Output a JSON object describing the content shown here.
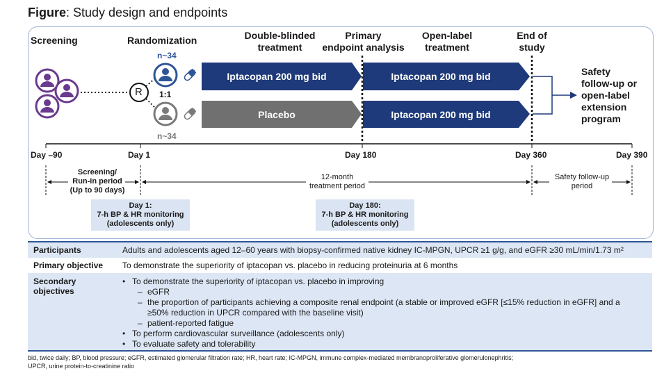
{
  "figure": {
    "title_bold": "Figure",
    "title_rest": ": Study design and endpoints"
  },
  "phases": {
    "screening": "Screening",
    "randomization": "Randomization",
    "double_blind_l1": "Double-blinded",
    "double_blind_l2": "treatment",
    "primary_l1": "Primary",
    "primary_l2": "endpoint analysis",
    "open_label_l1": "Open-label",
    "open_label_l2": "treatment",
    "end_l1": "End of",
    "end_l2": "study"
  },
  "arms": {
    "n_top": "n~34",
    "n_bottom": "n~34",
    "ratio": "1:1",
    "r_label": "R",
    "ipta_1": "Iptacopan 200 mg bid",
    "placebo": "Placebo",
    "ipta_2": "Iptacopan 200 mg bid",
    "ipta_3": "Iptacopan 200 mg bid"
  },
  "outcome": {
    "l1": "Safety",
    "l2": "follow-up or",
    "l3": "open-label",
    "l4": "extension",
    "l5": "program"
  },
  "timeline": {
    "d_neg90": "Day –90",
    "d_1": "Day 1",
    "d_180": "Day 180",
    "d_360": "Day 360",
    "d_390": "Day 390",
    "screen_l1": "Screening/",
    "screen_l2": "Run-in period",
    "screen_l3": "(Up to 90 days)",
    "treat_l1": "12-month",
    "treat_l2": "treatment period",
    "safety_l1": "Safety follow-up",
    "safety_l2": "period"
  },
  "boxes": {
    "day1_l1": "Day 1:",
    "day1_l2": "7-h BP & HR monitoring",
    "day1_l3": "(adolescents only)",
    "day180_l1": "Day 180:",
    "day180_l2": "7-h BP & HR monitoring",
    "day180_l3": "(adolescents only)"
  },
  "table": {
    "participants_k": "Participants",
    "participants_v": "Adults and adolescents aged 12–60 years with biopsy-confirmed native kidney IC-MPGN, UPCR ≥1 g/g, and eGFR ≥30 mL/min/1.73 m²",
    "primary_k": "Primary objective",
    "primary_v": "To demonstrate the superiority of iptacopan vs. placebo in reducing proteinuria at 6 months",
    "secondary_k1": "Secondary",
    "secondary_k2": "objectives",
    "sec_1": "To demonstrate the superiority of iptacopan vs. placebo in improving",
    "sec_1a": "eGFR",
    "sec_1b_l1": "the proportion of participants achieving a composite renal endpoint (a stable or improved eGFR [≤15% reduction in eGFR] and a",
    "sec_1b_l2": "≥50% reduction in UPCR compared with the baseline visit)",
    "sec_1c": "patient-reported fatigue",
    "sec_2": "To perform cardiovascular surveillance (adolescents only)",
    "sec_3": "To evaluate safety and tolerability",
    "bullet": "•",
    "dash": "–"
  },
  "footnote": {
    "l1": "bid, twice daily; BP, blood pressure; eGFR, estimated glomerular filtration rate; HR, heart rate; IC-MPGN, immune complex-mediated membranoproliferative glomerulonephritis;",
    "l2": "UPCR, urine protein-to-creatinine ratio"
  },
  "colors": {
    "navy": "#1f3a7a",
    "gray": "#6e6e6e",
    "purple": "#6a3a8e",
    "blue_person": "#2f5597",
    "shade": "#dce6f4"
  }
}
